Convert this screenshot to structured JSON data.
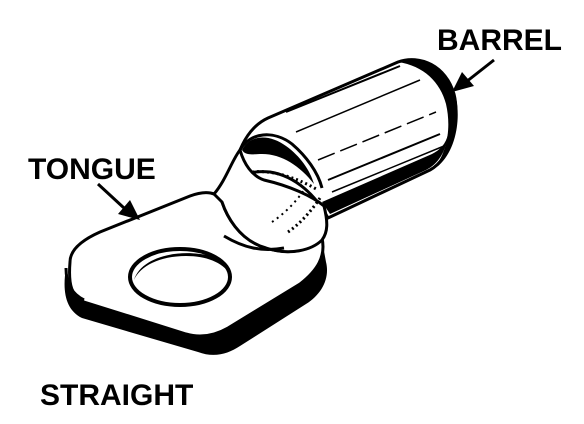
{
  "labels": {
    "barrel": "BARREL",
    "tongue": "TONGUE",
    "straight": "STRAIGHT"
  },
  "colors": {
    "ink": "#000000",
    "paper": "#ffffff"
  }
}
